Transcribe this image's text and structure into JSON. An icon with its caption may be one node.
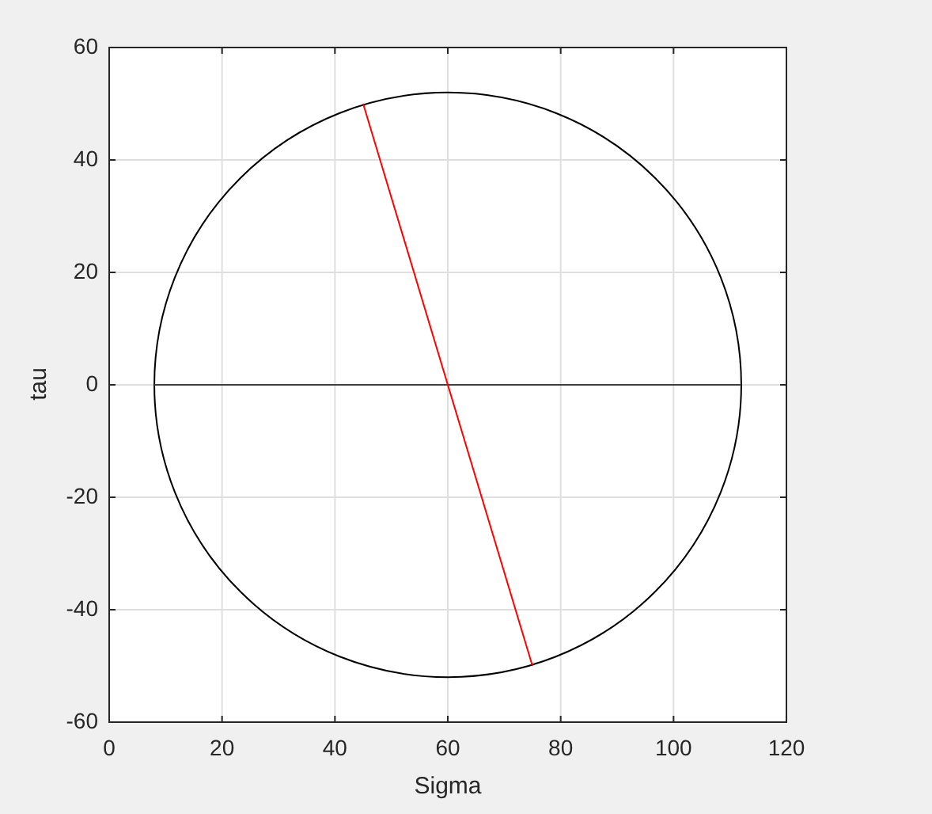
{
  "diagram": {
    "chart_data": {
      "type": "line",
      "xlabel": "Sigma",
      "ylabel": "tau",
      "xlim": [
        0,
        120
      ],
      "ylim": [
        -60,
        60
      ],
      "xticks": [
        0,
        20,
        40,
        60,
        80,
        100,
        120
      ],
      "yticks": [
        -60,
        -40,
        -20,
        0,
        20,
        40,
        60
      ],
      "grid": true,
      "x": [
        8,
        45,
        60,
        75,
        112
      ],
      "series": [
        {
          "color": "#404040",
          "values": [
            0,
            0,
            0,
            0,
            0
          ]
        },
        {
          "color": "#ff0000",
          "values": [
            null,
            50,
            0,
            -50,
            null
          ]
        }
      ]
    }
  }
}
